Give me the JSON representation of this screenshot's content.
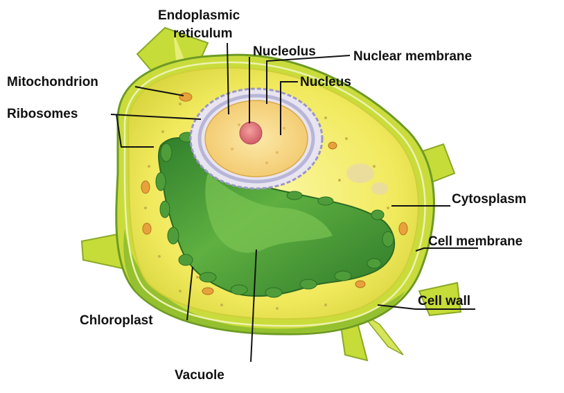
{
  "labels": {
    "endoplasmic_line1": "Endoplasmic",
    "endoplasmic_line2": "reticulum",
    "nucleolus": "Nucleolus",
    "nuclear_membrane": "Nuclear membrane",
    "nucleus": "Nucleus",
    "mitochondrion": "Mitochondrion",
    "ribosomes": "Ribosomes",
    "cytoplasm": "Cytosplasm",
    "cell_membrane": "Cell membrane",
    "cell_wall": "Cell wall",
    "chloroplast": "Chloroplast",
    "vacuole": "Vacuole"
  },
  "colors": {
    "cell_wall": "#c9dc3c",
    "cell_wall_dark": "#7fae2a",
    "cytoplasm": "#f3ee6a",
    "vacuole": "#3f9a35",
    "vacuole_light": "#6fbf4a",
    "chloroplast": "#4e9d3a",
    "nucleus": "#f6d98a",
    "nucleolus": "#e27a7a",
    "nuclear_membrane": "#b8b6d8",
    "mitochondrion": "#e8a23c"
  }
}
